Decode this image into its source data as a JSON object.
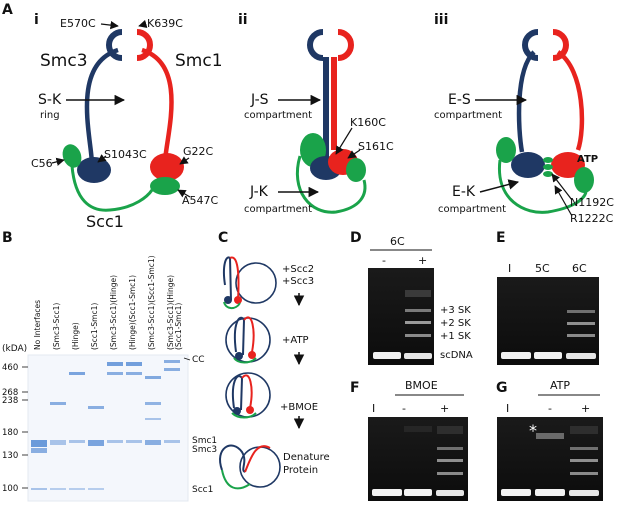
{
  "panels": {
    "A": "A",
    "i": "i",
    "ii": "ii",
    "iii": "iii",
    "B": "B",
    "C": "C",
    "D": "D",
    "E": "E",
    "F": "F",
    "G": "G"
  },
  "colors": {
    "smc3": "#1f3864",
    "smc1": "#e8231e",
    "scc1": "#1aa34a",
    "gel_bg": "#0d0d0d",
    "gel_band": "#f2f2f2",
    "coomassie": "#5b8fd6"
  },
  "panel_a": {
    "i": {
      "hinge_left": "E570C",
      "hinge_right": "K639C",
      "smc3": "Smc3",
      "smc1": "Smc1",
      "ring": "S-K",
      "ring_sub": "ring",
      "c56": "C56",
      "s1043c": "S1043C",
      "g22c": "G22C",
      "a547c": "A547C",
      "scc1": "Scc1"
    },
    "ii": {
      "js": "J-S",
      "js_sub": "compartment",
      "k160c": "K160C",
      "s161c": "S161C",
      "jk": "J-K",
      "jk_sub": "compartment"
    },
    "iii": {
      "es": "E-S",
      "es_sub": "compartment",
      "atp": "ATP",
      "ek": "E-K",
      "ek_sub": "compartment",
      "n1192c": "N1192C",
      "r1222c": "R1222C"
    }
  },
  "panel_b": {
    "unit": "(kDA)",
    "lanes": [
      "No Interfaces",
      "(Smc3-Scc1)",
      "(Hinge)",
      "(Scc1-Smc1)",
      "(Smc3-Scc1)(Hinge)",
      "(Hinge)(Scc1-Smc1)",
      "(Smc3-Scc1)(Scc1-Smc1)",
      "(Smc3-Scc1)(Hinge)\n(Scc1-Smc1)"
    ],
    "markers": [
      "460",
      "268",
      "238",
      "180",
      "130",
      "100"
    ],
    "band_labels": {
      "cc": "CC",
      "smc1": "Smc1",
      "smc3": "Smc3",
      "scc1": "Scc1"
    }
  },
  "panel_c": {
    "step1a": "+Scc2",
    "step1b": "+Scc3",
    "step2": "+ATP",
    "step3": "+BMOE",
    "step4a": "Denature",
    "step4b": "Protein"
  },
  "panel_d": {
    "header": "6C",
    "lanes": [
      "-",
      "+"
    ],
    "bands": [
      "+3 SK",
      "+2 SK",
      "+1 SK",
      "scDNA"
    ]
  },
  "panel_e": {
    "lanes": [
      "I",
      "5C",
      "6C"
    ]
  },
  "panel_f": {
    "header": "BMOE",
    "lanes": [
      "I",
      "-",
      "+"
    ]
  },
  "panel_g": {
    "header": "ATP",
    "lanes": [
      "I",
      "-",
      "+"
    ],
    "asterisk": "*"
  }
}
